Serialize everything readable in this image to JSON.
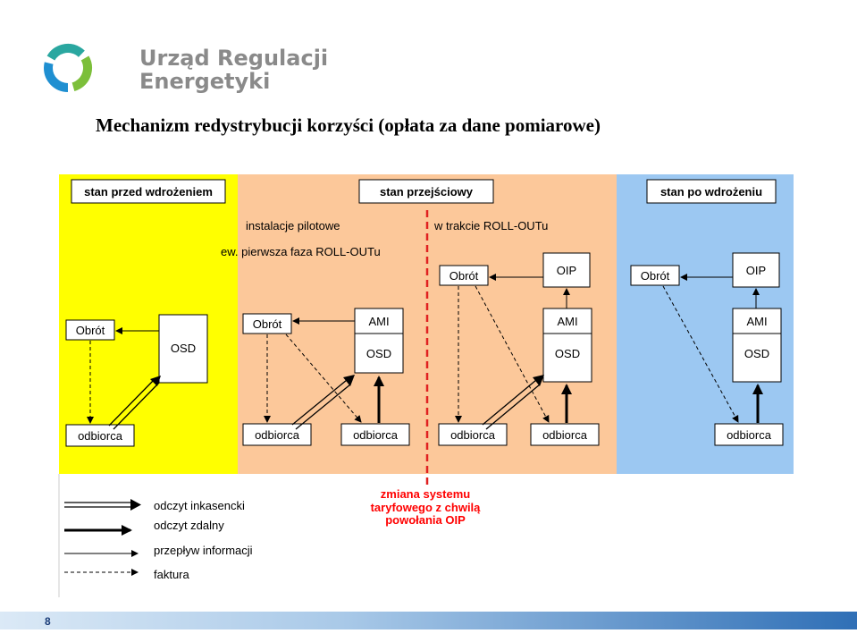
{
  "logo": {
    "line1": "Urząd Regulacji",
    "line2": "Energetyki",
    "colors": {
      "green": "#7cbf3a",
      "blue": "#1f8fd1",
      "teal": "#2aa7a0"
    }
  },
  "title": "Mechanizm redystrybucji korzyści (opłata za dane pomiarowe)",
  "zones": {
    "before": {
      "label": "stan przed wdrożeniem",
      "color": "#ffff00"
    },
    "transition": {
      "label": "stan przejściowy",
      "color": "#fcc89a"
    },
    "after": {
      "label": "stan po wdrożeniu",
      "color": "#9cc8f2"
    }
  },
  "transition_notes": {
    "pilot": "instalacje pilotowe",
    "first_phase": "ew. pierwsza faza ROLL-OUTu",
    "rollout": "w trakcie ROLL-OUTu"
  },
  "nodes": {
    "obrot": "Obrót",
    "osd": "OSD",
    "ami": "AMI",
    "oip": "OIP",
    "odbiorca": "odbiorca"
  },
  "change_note": {
    "line1": "zmiana systemu",
    "line2": "taryfowego z chwilą",
    "line3": "powołania OIP",
    "color": "#ff0000"
  },
  "legend": {
    "collection": "odczyt inkasencki",
    "remote": "odczyt zdalny",
    "info_flow": "przepływ informacji",
    "invoice": "faktura"
  },
  "page_number": "8"
}
